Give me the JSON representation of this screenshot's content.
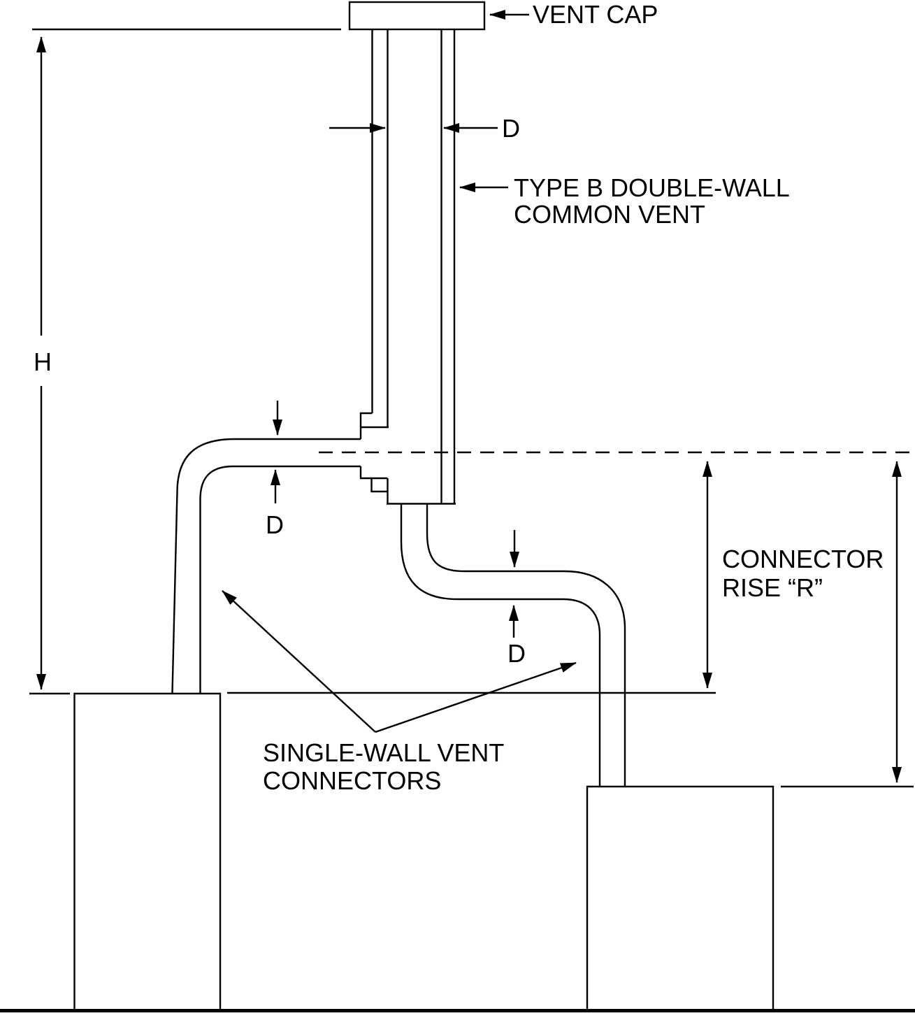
{
  "page": {
    "background": "#ffffff",
    "line_color": "#000000"
  },
  "diagram": {
    "description": "Vent system schematic: Type B double-wall common vent serving two appliances through single-wall vent connectors",
    "labels": {
      "vent_cap": "VENT CAP",
      "common_vent_line1": "TYPE B DOUBLE-WALL",
      "common_vent_line2": "COMMON VENT",
      "total_height": "H",
      "diameter": "D",
      "connector_rise_line1": "CONNECTOR",
      "connector_rise_line2": "RISE “R”",
      "connectors_line1": "SINGLE-WALL VENT",
      "connectors_line2": "CONNECTORS"
    }
  }
}
